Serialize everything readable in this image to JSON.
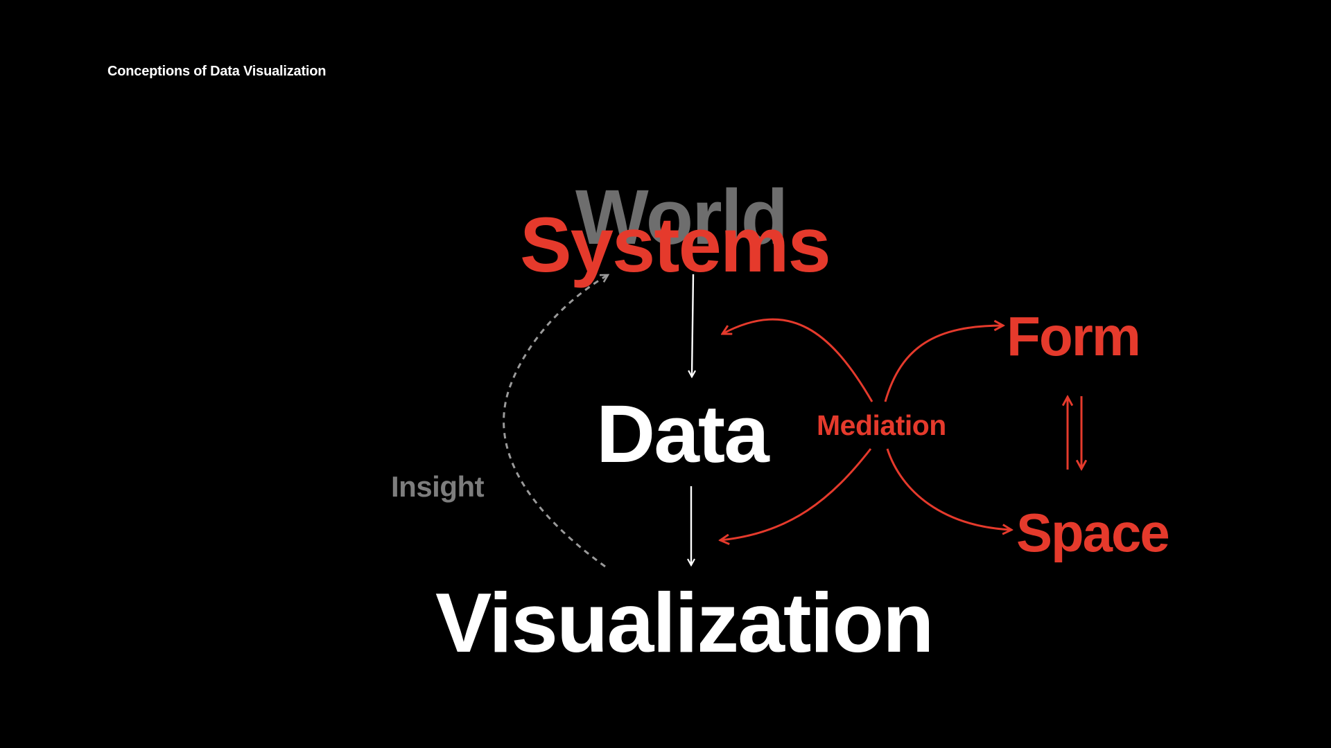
{
  "header": {
    "title": "Conceptions of Data Visualization"
  },
  "diagram": {
    "world": "World",
    "systems": "Systems",
    "data": "Data",
    "visualization": "Visualization",
    "mediation": "Mediation",
    "form": "Form",
    "space": "Space",
    "insight": "Insight"
  },
  "colors": {
    "background": "#000000",
    "accent": "#e53a2c",
    "primary_text": "#ffffff",
    "muted_text": "#6e6e6e",
    "insight_text": "#7d7d7d",
    "dashed_arrow": "#9a9a9a"
  }
}
